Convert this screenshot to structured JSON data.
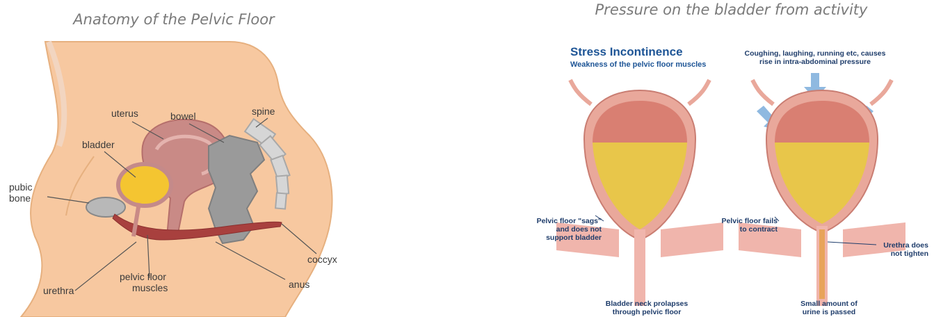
{
  "left": {
    "caption": "Anatomy of the Pelvic Floor",
    "labels": {
      "uterus": "uterus",
      "bowel": "bowel",
      "spine": "spine",
      "bladder": "bladder",
      "pubic_1": "pubic",
      "pubic_2": "bone",
      "urethra": "urethra",
      "pelvic_1": "pelvic floor",
      "pelvic_2": "muscles",
      "coccyx": "coccyx",
      "anus": "anus"
    },
    "colors": {
      "skin": "#f7c8a0",
      "outline": "#e6b07f",
      "bladder": "#f4c531",
      "muscle": "#a8403e",
      "uterus": "#c98a86",
      "bowel": "#9a9a9a",
      "spine": "#d6d6d6"
    }
  },
  "right": {
    "caption": "Pressure on the bladder from activity",
    "title": "Stress Incontinence",
    "subtitle": "Weakness of the pelvic floor muscles",
    "pressure_1": "Coughing, laughing, running etc, causes",
    "pressure_2": "rise in intra-abdominal pressure",
    "sags_1": "Pelvic floor \"sags\"",
    "sags_2": "and does not",
    "sags_3": "support bladder",
    "fails_1": "Pelvic floor fails",
    "fails_2": "to contract",
    "urethra_1": "Urethra does",
    "urethra_2": "not tighten",
    "neck_1": "Bladder neck prolapses",
    "neck_2": "through pelvic floor",
    "urine_1": "Small amount of",
    "urine_2": "urine is passed",
    "colors": {
      "title": "#1e5596",
      "arrow": "#8fb9e0",
      "bladder_wall": "#e9a89b",
      "urine": "#e8c64a",
      "muscle": "#f0b5ac"
    }
  }
}
